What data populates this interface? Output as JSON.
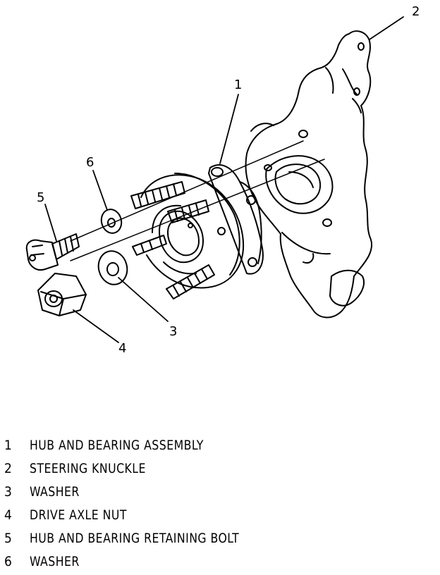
{
  "callouts": [
    "1",
    "2",
    "3",
    "4",
    "5",
    "6"
  ],
  "legend": [
    {
      "number": "1",
      "text": "HUB AND BEARING ASSEMBLY"
    },
    {
      "number": "2",
      "text": "STEERING KNUCKLE"
    },
    {
      "number": "3",
      "text": "WASHER"
    },
    {
      "number": "4",
      "text": "DRIVE AXLE NUT"
    },
    {
      "number": "5",
      "text": "HUB AND BEARING RETAINING BOLT"
    },
    {
      "number": "6",
      "text": "WASHER"
    }
  ]
}
